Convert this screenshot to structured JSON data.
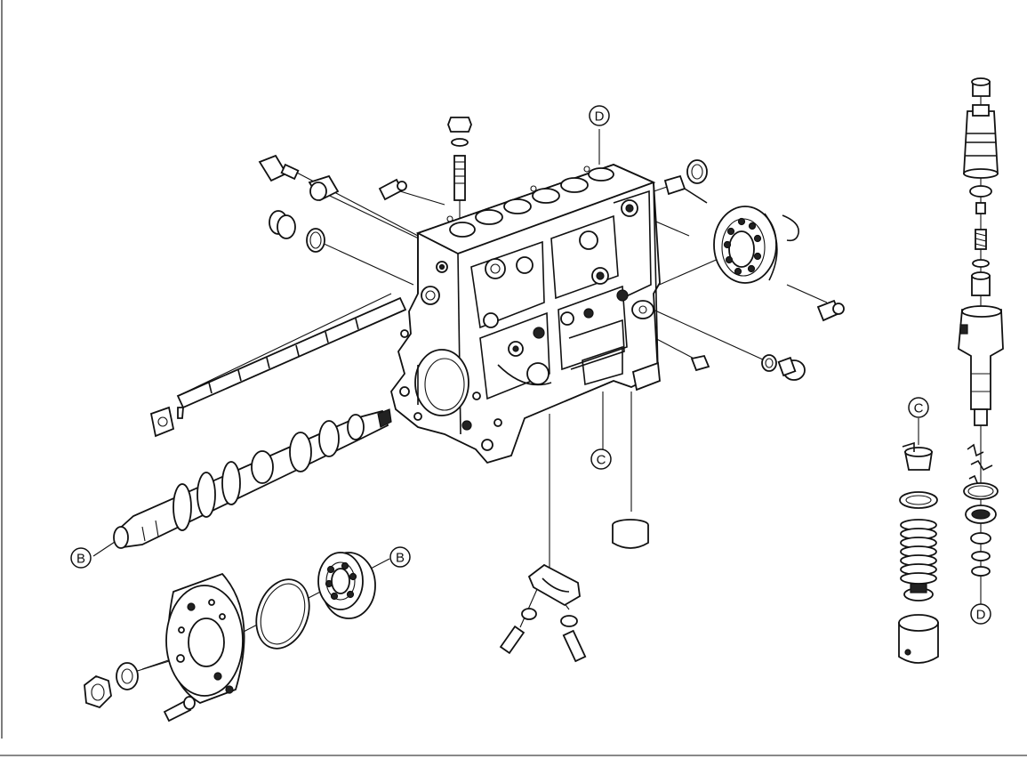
{
  "diagram": {
    "labels": {
      "D_top": "D",
      "B_left": "B",
      "B_right": "B",
      "C_mid": "C",
      "C_right": "C",
      "D_right": "D"
    }
  }
}
